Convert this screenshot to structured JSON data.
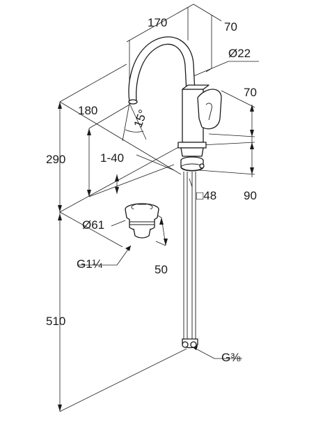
{
  "dimensions": {
    "spout_reach": "170",
    "head_depth": "70",
    "spout_diameter": "Ø22",
    "handle_height": "70",
    "spout_height": "180",
    "swivel_angle": "15°",
    "total_height": "290",
    "deck_thickness": "1-40",
    "base_height": "90",
    "base_square": "□48",
    "waste_diameter": "Ø61",
    "waste_thread": "G1¼",
    "waste_length": "50",
    "hose_length": "510",
    "hose_thread": "G⅜"
  }
}
